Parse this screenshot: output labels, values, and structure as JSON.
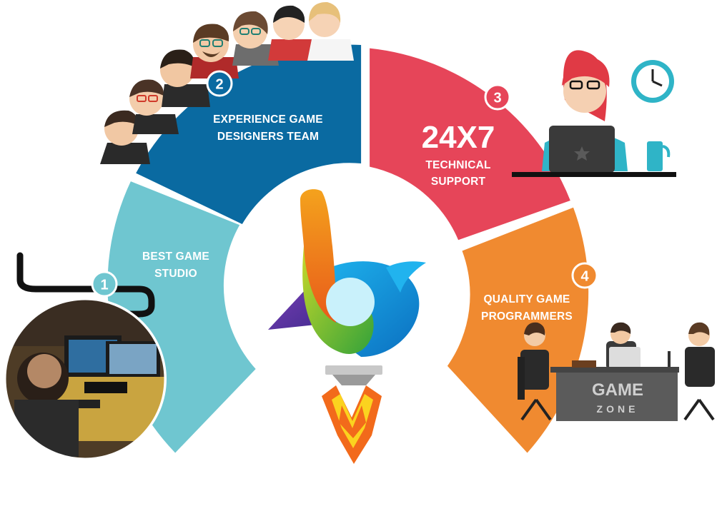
{
  "segments": [
    {
      "number": "1",
      "label_line1": "BEST GAME",
      "label_line2": "STUDIO",
      "color": "#6fc6d0"
    },
    {
      "number": "2",
      "label_line1": "EXPERIENCE GAME",
      "label_line2": "DESIGNERS TEAM",
      "color": "#0a6aa1"
    },
    {
      "number": "3",
      "headline": "24X7",
      "label_line1": "TECHNICAL",
      "label_line2": "SUPPORT",
      "color": "#e64559"
    },
    {
      "number": "4",
      "label_line1": "QUALITY GAME",
      "label_line2": "PROGRAMMERS",
      "color": "#f08a30"
    }
  ],
  "sign": {
    "line1": "GAME",
    "line2": "ZONE"
  }
}
